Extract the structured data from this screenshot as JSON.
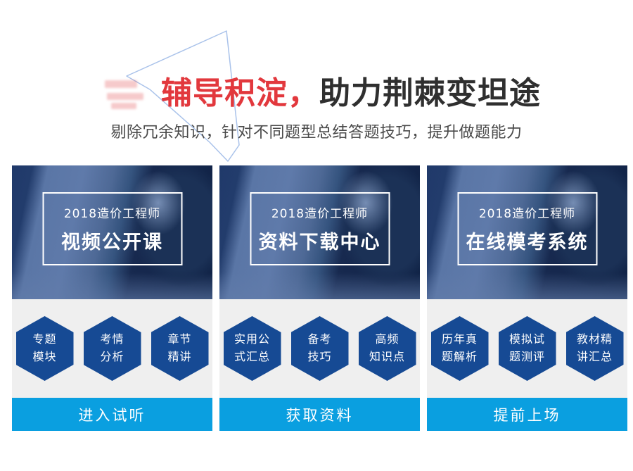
{
  "hero": {
    "title_red": "辅导积淀，",
    "title_dark": "助力荆棘变坦途",
    "subtitle": "剔除冗余知识，针对不同题型总结答题技巧，提升做题能力"
  },
  "cards": [
    {
      "year_label": "2018造价工程师",
      "name": "视频公开课",
      "hexagons": [
        {
          "line1": "专题",
          "line2": "模块"
        },
        {
          "line1": "考情",
          "line2": "分析"
        },
        {
          "line1": "章节",
          "line2": "精讲"
        }
      ],
      "button": "进入试听"
    },
    {
      "year_label": "2018造价工程师",
      "name": "资料下载中心",
      "hexagons": [
        {
          "line1": "实用公",
          "line2": "式汇总"
        },
        {
          "line1": "备考",
          "line2": "技巧"
        },
        {
          "line1": "高频",
          "line2": "知识点"
        }
      ],
      "button": "获取资料"
    },
    {
      "year_label": "2018造价工程师",
      "name": "在线模考系统",
      "hexagons": [
        {
          "line1": "历年真",
          "line2": "题解析"
        },
        {
          "line1": "模拟试",
          "line2": "题测评"
        },
        {
          "line1": "教材精",
          "line2": "讲汇总"
        }
      ],
      "button": "提前上场"
    }
  ],
  "colors": {
    "accent_red": "#e2383d",
    "title_dark": "#2f2f2f",
    "hexagon_navy": "#164a94",
    "button_blue": "#0a9fe0",
    "card_gray": "#efefef",
    "photo_navy": "#24406e",
    "deco_stroke": "#a9c2ea"
  }
}
